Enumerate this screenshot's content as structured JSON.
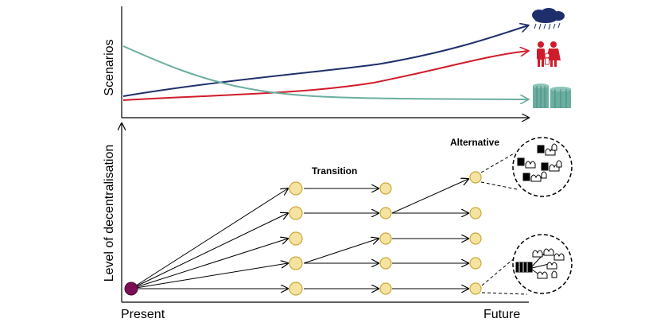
{
  "top_panel": {
    "ylabel": "Scenarios",
    "curves": [
      {
        "id": "climate",
        "color": "#1f2f6b",
        "icon": "storm-cloud-icon"
      },
      {
        "id": "population",
        "color": "#d01c2a",
        "icon": "family-icon"
      },
      {
        "id": "infrastructure",
        "color": "#6aaea0",
        "icon": "storage-tank-icon"
      }
    ]
  },
  "bottom_panel": {
    "ylabel": "Level of decentralisation",
    "xlabel_start": "Present",
    "xlabel_end": "Future",
    "annotation_transition": "Transition",
    "annotation_alternative": "Alternative",
    "colors": {
      "node_fill": "#f7e3a1",
      "node_stroke": "#c9a83a",
      "origin_fill": "#7a0f55"
    }
  }
}
